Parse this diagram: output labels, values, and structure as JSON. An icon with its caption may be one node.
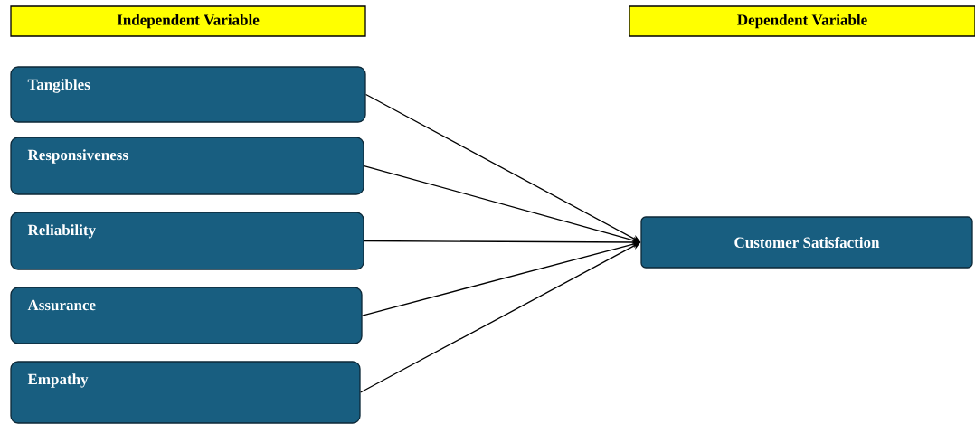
{
  "diagram": {
    "nodes": [
      {
        "text": [
          "Independent Variable"
        ]
      },
      {
        "text": [
          "Dependent Variable"
        ]
      },
      {
        "text": [
          "Tangibles"
        ]
      },
      {
        "text": [
          "Responsiveness"
        ]
      },
      {
        "text": [
          "Reliability"
        ]
      },
      {
        "text": [
          "Assurance"
        ]
      },
      {
        "text": [
          "Empathy"
        ]
      },
      {
        "text": [
          "Customer Satisfaction"
        ]
      }
    ],
    "edges": [
      {
        "from": 2,
        "to": 7,
        "arrow": "to"
      },
      {
        "from": 3,
        "to": 7,
        "arrow": "to"
      },
      {
        "from": 4,
        "to": 7,
        "arrow": "to"
      },
      {
        "from": 5,
        "to": 7,
        "arrow": "to"
      },
      {
        "from": 6,
        "to": 7,
        "arrow": "to"
      }
    ]
  }
}
